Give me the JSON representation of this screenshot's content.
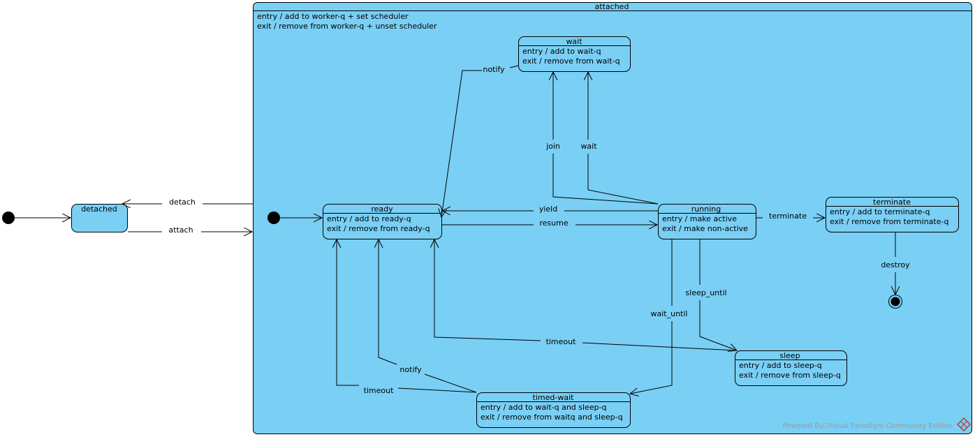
{
  "composite": {
    "name": "attached",
    "entry": "entry / add to worker-q + set scheduler",
    "exit": "exit / remove from worker-q + unset scheduler"
  },
  "states": {
    "detached": {
      "name": "detached"
    },
    "ready": {
      "name": "ready",
      "entry": "entry / add to ready-q",
      "exit": "exit / remove from ready-q"
    },
    "wait": {
      "name": "wait",
      "entry": "entry / add to wait-q",
      "exit": "exit / remove from wait-q"
    },
    "running": {
      "name": "running",
      "entry": "entry / make active",
      "exit": "exit / make non-active"
    },
    "terminate": {
      "name": "terminate",
      "entry": "entry / add to terminate-q",
      "exit": "exit / remove from terminate-q"
    },
    "sleep": {
      "name": "sleep",
      "entry": "entry / add to sleep-q",
      "exit": "exit / remove from sleep-q"
    },
    "timed_wait": {
      "name": "timed-wait",
      "entry": "entry / add to wait-q and sleep-q",
      "exit": "exit / remove from waitq and sleep-q"
    }
  },
  "transitions": {
    "detach": "detach",
    "attach": "attach",
    "notify_wait": "notify",
    "join": "join",
    "wait": "wait",
    "yield": "yield",
    "resume": "resume",
    "terminate": "terminate",
    "destroy": "destroy",
    "sleep_until": "sleep_until",
    "wait_until": "wait_until",
    "timeout_sleep": "timeout",
    "notify_timed": "notify",
    "timeout_timed": "timeout"
  },
  "watermark": "Powered By⎕Visual Paradigm Community Edition",
  "colors": {
    "state_fill": "#7ACFF5",
    "stroke": "#000000",
    "watermark_icon": "#c0392b"
  }
}
